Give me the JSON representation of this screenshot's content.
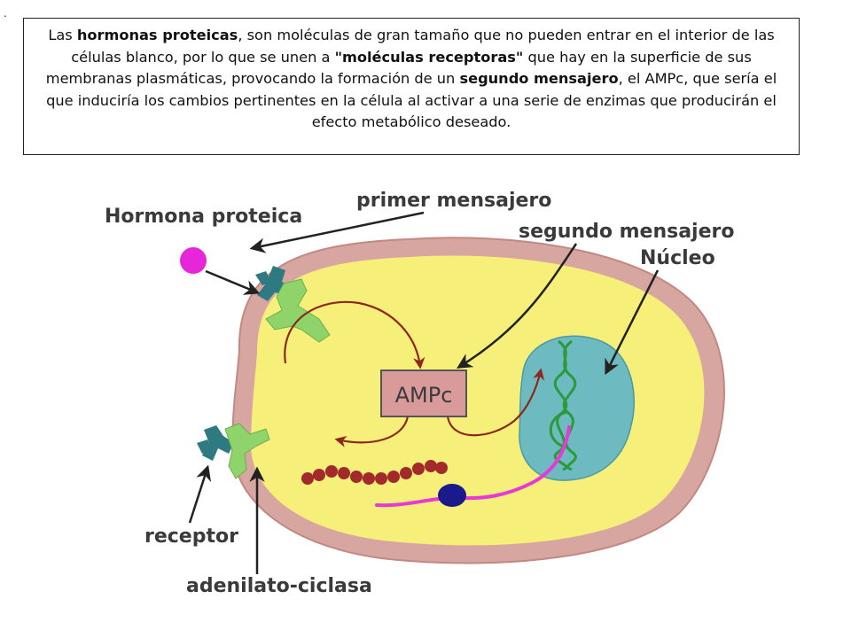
{
  "marker": ".",
  "intro": {
    "p1": "Las ",
    "b1": "hormonas proteicas",
    "p2": ", son moléculas de gran tamaño que no pueden entrar en el interior de las células blanco, por lo que se unen a ",
    "b2": "\"moléculas receptoras\"",
    "p3": " que hay en la superficie de sus membranas plasmáticas, provocando la formación de un ",
    "b3": "segundo mensajero",
    "p4": ", el AMPc, que sería el que induciría los cambios pertinentes en la célula al activar a una serie de enzimas que producirán el efecto metabólico deseado."
  },
  "diagram": {
    "labels": {
      "hormona": "Hormona proteica",
      "primer": "primer mensajero",
      "segundo": "segundo mensajero",
      "nucleo": "Núcleo",
      "ampc": "AMPc",
      "receptor": "receptor",
      "adenilato": "adenilato-ciclasa"
    },
    "colors": {
      "membrane": "#d8a6a0",
      "cytoplasm": "#f6f07a",
      "nucleus": "#6dbac0",
      "receptor": "#2e7a80",
      "adenylate": "#8ed46a",
      "hormone": "#e626d8",
      "pathway_arrow": "#8b2a1c",
      "ampc_box": "#d99a9a",
      "enzyme_chain": "#a32a2a",
      "dna": "#2a9a3a",
      "mrna": "#e63ad6",
      "ribosome": "#1a1a8c"
    }
  }
}
